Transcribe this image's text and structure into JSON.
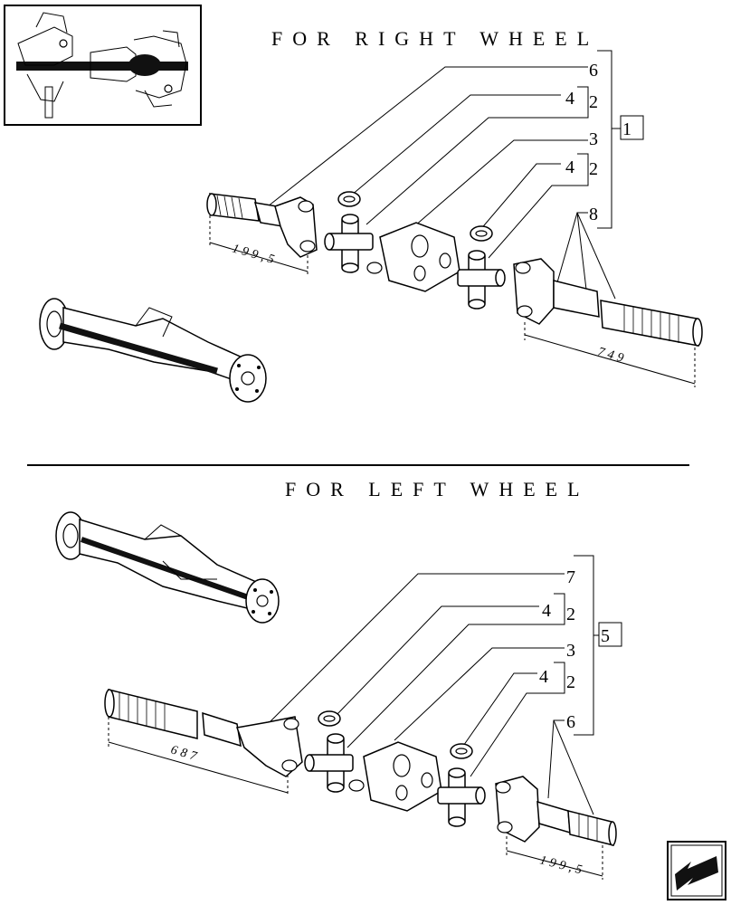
{
  "sections": {
    "right": {
      "title": "FOR RIGHT WHEEL",
      "callouts": [
        "6",
        "4",
        "2",
        "3",
        "4",
        "2",
        "8"
      ],
      "assembly_ref": "1",
      "dimensions": [
        "199,5",
        "749"
      ]
    },
    "left": {
      "title": "FOR LEFT WHEEL",
      "callouts": [
        "7",
        "4",
        "2",
        "3",
        "4",
        "2",
        "6"
      ],
      "assembly_ref": "5",
      "dimensions": [
        "687",
        "199,5"
      ]
    }
  },
  "icons": {
    "thumbnail": "axle-section-thumbnail",
    "axle_right": "axle-assembly-illustration",
    "axle_left": "axle-assembly-illustration",
    "nav": "next-page-arrow-icon"
  }
}
